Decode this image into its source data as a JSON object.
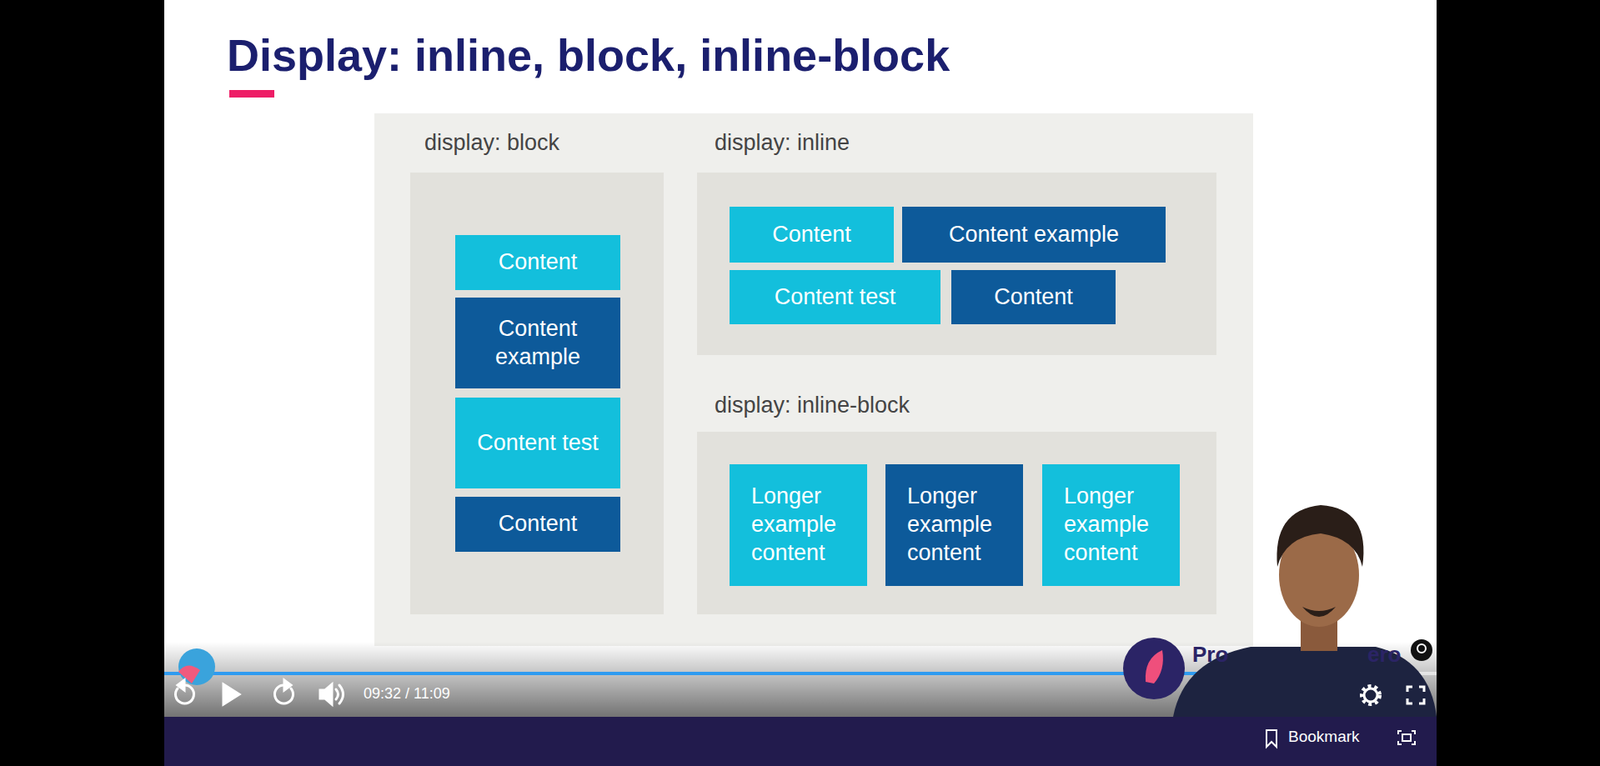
{
  "diagram": {
    "title": "Display: inline, block, inline-block",
    "nodes": [
      {
        "text": [
          "display: block"
        ]
      },
      {
        "text": [
          "Content"
        ],
        "in": 0
      },
      {
        "text": [
          "Content example"
        ],
        "in": 0
      },
      {
        "text": [
          "Content test"
        ],
        "in": 0
      },
      {
        "text": [
          "Content"
        ],
        "in": 0
      },
      {
        "text": [
          "display: inline"
        ]
      },
      {
        "text": [
          "Content"
        ],
        "in": 5
      },
      {
        "text": [
          "Content example"
        ],
        "in": 5
      },
      {
        "text": [
          "Content test"
        ],
        "in": 5
      },
      {
        "text": [
          "Content"
        ],
        "in": 5
      },
      {
        "text": [
          "display: inline-block"
        ]
      },
      {
        "text": [
          "Longer example content"
        ],
        "in": 10
      },
      {
        "text": [
          "Longer example content"
        ],
        "in": 10
      },
      {
        "text": [
          "Longer example content"
        ],
        "in": 10
      }
    ],
    "labels": [
      "09:32 / 11:09",
      "Pro",
      "ero",
      "Bookmark"
    ]
  }
}
